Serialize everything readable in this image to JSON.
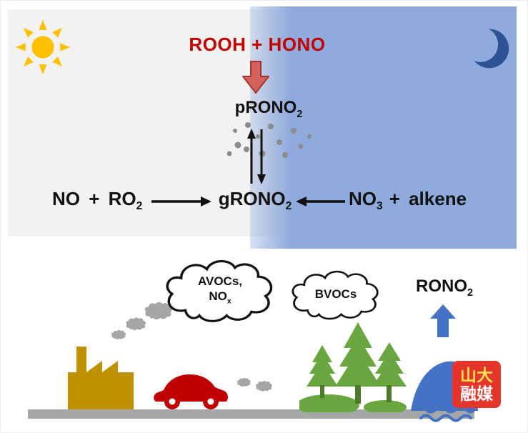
{
  "colors": {
    "day_bg": "#f2f2f0",
    "night_bg": "#8faadc",
    "sun_yellow": "#ffc000",
    "moon_blue": "#2e5395",
    "red_text": "#c00000",
    "red_arrow_fill": "#d4625c",
    "black": "#111111",
    "particle_gray": "#8c8c8c",
    "smoke_gray": "#a6a6a6",
    "factory_yellow": "#bf9000",
    "car_red": "#c00000",
    "tree_green": "#6aa63f",
    "hill_blue": "#4472c4",
    "road_gray": "#a6a6a6",
    "logo_red": "#e5352b",
    "logo_yellow": "#ffe14d",
    "logo_white": "#ffffff"
  },
  "top_panel": {
    "rooh_hono": "ROOH + HONO",
    "prono2": {
      "base": "pRONO",
      "sub": "2"
    },
    "eq_left": {
      "a": "NO + RO",
      "sub": "2"
    },
    "eq_center": {
      "base": "gRONO",
      "sub": "2"
    },
    "eq_right": {
      "a": "NO",
      "sub": "3",
      "b": "+ alkene"
    }
  },
  "bottom_panel": {
    "avocs_line1": "AVOCs,",
    "avocs_line2_base": "NO",
    "avocs_line2_sub": "x",
    "bvocs": "BVOCs",
    "rono2": {
      "base": "RONO",
      "sub": "2"
    },
    "logo_line1": "山大",
    "logo_line2": "融媒"
  },
  "icons": {
    "sun": "sun-icon",
    "moon": "moon-icon",
    "red_down_arrow": "down-block-arrow-icon",
    "equilibrium_arrows": "equilibrium-arrows-icon",
    "right_arrow": "right-arrow-icon",
    "left_arrow": "left-arrow-icon",
    "particles": "aerosol-particles-icon",
    "avocs_cloud": "avocs-cloud-icon",
    "bvocs_cloud": "bvocs-cloud-icon",
    "smoke": "smoke-icon",
    "factory": "factory-icon",
    "car": "car-icon",
    "exhaust": "exhaust-puffs-icon",
    "trees": "pine-trees-icon",
    "hill": "hill-icon",
    "waves": "water-waves-icon",
    "blue_up_arrow": "up-block-arrow-icon",
    "road": "road-bar"
  }
}
